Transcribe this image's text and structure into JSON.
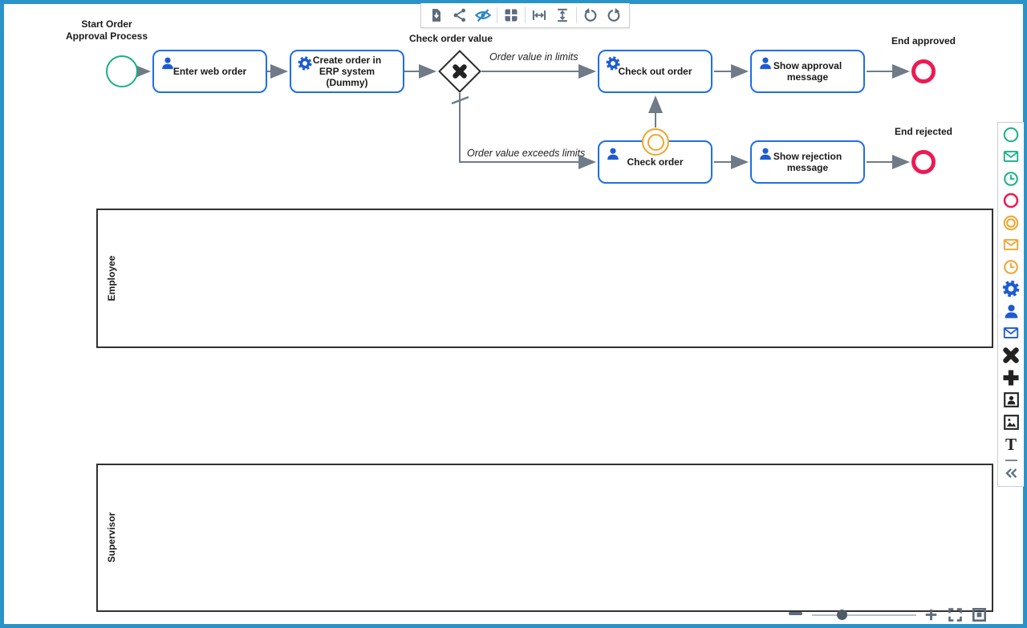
{
  "window": {
    "border_color": "#2a93c9"
  },
  "toolbar": {
    "icon_color": "#5d6b7a",
    "active_color": "#2e86c4",
    "icons": [
      "export-file-icon",
      "share-icon",
      "visibility-off-icon",
      "grid-icon",
      "space-horizontally-icon",
      "space-vertically-icon",
      "undo-icon",
      "redo-icon"
    ]
  },
  "diagram": {
    "start_event": {
      "label": "Start Order Approval Process"
    },
    "gateway": {
      "label": "Check order value"
    },
    "tasks": [
      {
        "label": "Enter web order",
        "icon": "user-icon"
      },
      {
        "label": "Create order in ERP system (Dummy)",
        "icon": "gear-icon"
      },
      {
        "label": "Check out order",
        "icon": "gear-icon"
      },
      {
        "label": "Show approval message",
        "icon": "user-icon"
      },
      {
        "label": "Check order",
        "icon": "user-icon"
      },
      {
        "label": "Show rejection message",
        "icon": "user-icon"
      }
    ],
    "end_events": [
      {
        "label": "End approved"
      },
      {
        "label": "End rejected"
      }
    ],
    "flows": [
      {
        "label": "Order value in limits"
      },
      {
        "label": "Order value exceeds limits"
      }
    ],
    "lanes": [
      {
        "label": "Employee"
      },
      {
        "label": "Supervisor"
      }
    ],
    "colors": {
      "task_border": "#1f6fe5",
      "task_icon": "#1d5bd4",
      "start_event": "#16b286",
      "end_event": "#ec1b52",
      "intermediate_event": "#f0a42e",
      "connector": "#6f7b87",
      "lane_border": "#323232"
    }
  },
  "palette": {
    "items": [
      "start-event-icon",
      "message-start-event-icon",
      "timer-start-event-icon",
      "end-event-icon",
      "intermediate-event-icon",
      "message-intermediate-event-icon",
      "timer-intermediate-event-icon",
      "service-task-icon",
      "user-task-icon",
      "send-task-icon",
      "exclusive-gateway-icon",
      "parallel-gateway-icon",
      "pool-icon",
      "image-icon",
      "text-annotation-icon",
      "collapse-palette-icon"
    ]
  },
  "zoom_controls": {
    "items": [
      "zoom-out-button",
      "zoom-slider",
      "zoom-in-button",
      "fullscreen-button",
      "fit-to-screen-button"
    ]
  }
}
